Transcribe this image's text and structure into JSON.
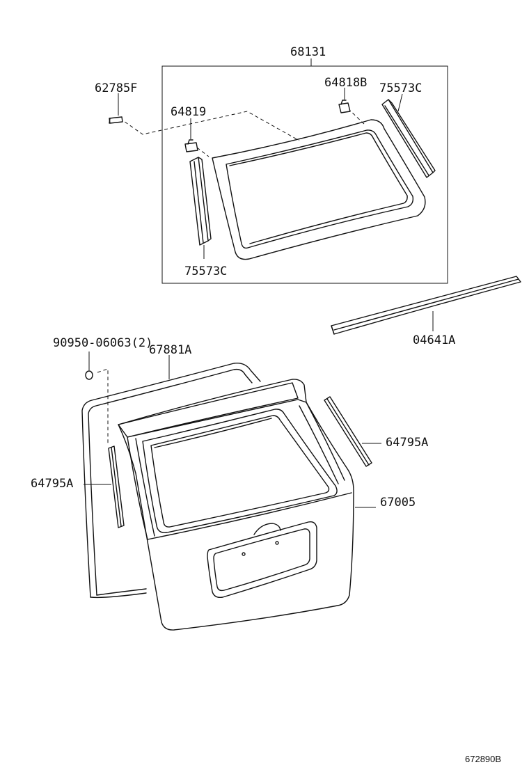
{
  "parts": {
    "glass_assembly": "68131",
    "clip_a": "62785F",
    "clip_b": "64819",
    "clip_c": "64818B",
    "pillar_molding_right": "75573C",
    "pillar_molding_left": "75573C",
    "stop_molding": "04641A",
    "bolt": "90950-06063(2)",
    "weatherstrip": "67881A",
    "garnish_right": "64795A",
    "garnish_left": "64795A",
    "back_door_panel": "67005"
  },
  "footer": {
    "drawing_code": "672890B"
  }
}
